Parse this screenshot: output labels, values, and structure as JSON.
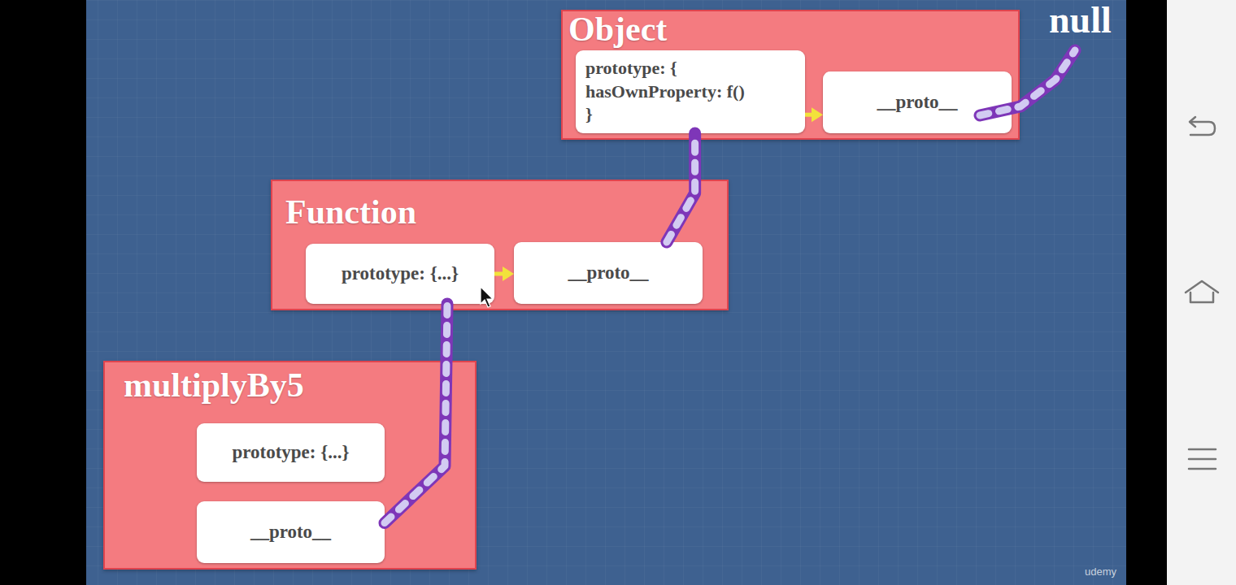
{
  "diagram": {
    "nodes": [
      {
        "text": [
          "Object"
        ]
      },
      {
        "text": [
          "prototype: { hasOwnProperty: f() }"
        ],
        "in": 0
      },
      {
        "text": [
          "__proto__"
        ],
        "in": 0
      },
      {
        "text": [
          "Function"
        ]
      },
      {
        "text": [
          "prototype: {...}"
        ],
        "in": 3
      },
      {
        "text": [
          "__proto__"
        ],
        "in": 3
      },
      {
        "text": [
          "multiplyBy5"
        ]
      },
      {
        "text": [
          "prototype: {...}"
        ],
        "in": 6
      },
      {
        "text": [
          "__proto__"
        ],
        "in": 6
      }
    ],
    "edges": [
      {
        "from": 1,
        "to": 2,
        "arrow": "to"
      },
      {
        "from": 4,
        "to": 5,
        "arrow": "to"
      },
      {
        "from": 5,
        "to": 1,
        "arrow": "none"
      },
      {
        "from": 8,
        "to": 4,
        "arrow": "none"
      }
    ],
    "labels": [
      "null",
      "udemy"
    ]
  }
}
